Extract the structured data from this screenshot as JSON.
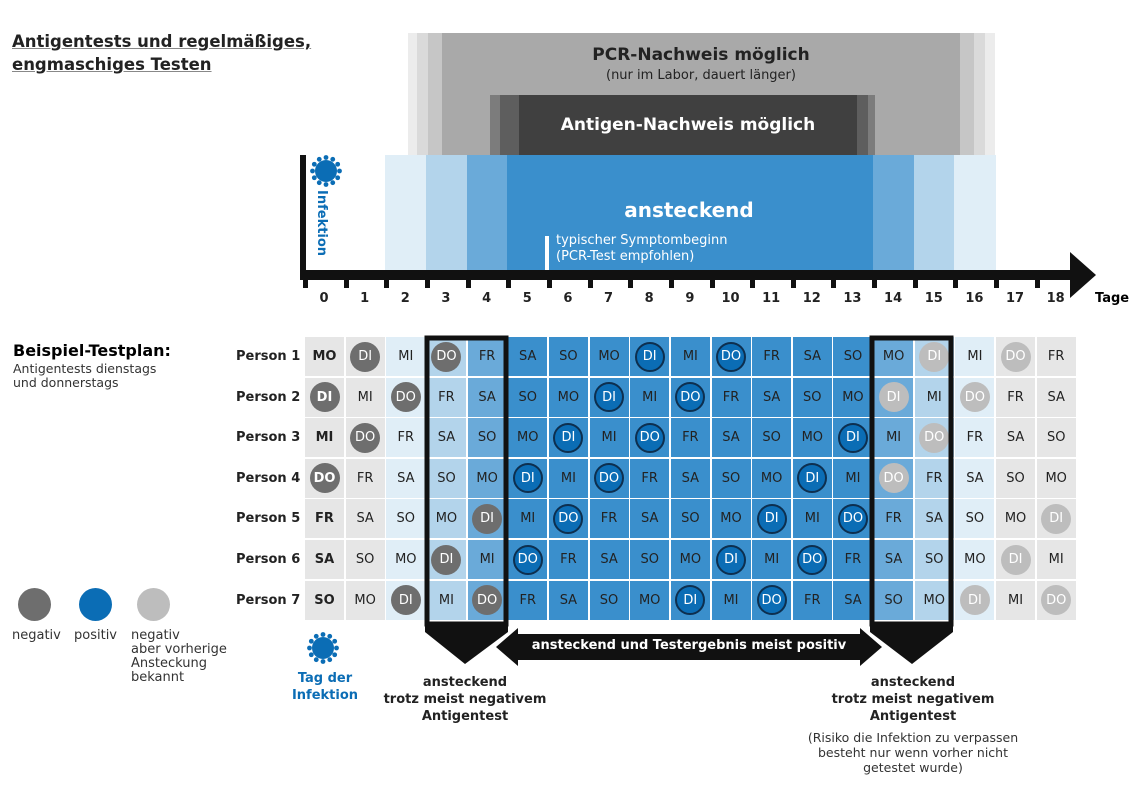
{
  "title": [
    "Antigentests und regelmäßiges,",
    "engmaschiges Testen"
  ],
  "pcr": {
    "title": "PCR-Nachweis möglich",
    "subtitle": "(nur im Labor, dauert länger)"
  },
  "antigen": {
    "title": "Antigen-Nachweis möglich"
  },
  "band": {
    "label": "ansteckend",
    "symptom_line1": "typischer Symptombeginn",
    "symptom_line2": "(PCR-Test empfohlen)"
  },
  "axis": {
    "infection_label": "Infektion",
    "unit": "Tage",
    "days": [
      "0",
      "1",
      "2",
      "3",
      "4",
      "5",
      "6",
      "7",
      "8",
      "9",
      "10",
      "11",
      "12",
      "13",
      "14",
      "15",
      "16",
      "17",
      "18"
    ]
  },
  "plan": {
    "title": "Beispiel-Testplan:",
    "subtitle_line1": "Antigentests dienstags",
    "subtitle_line2": "und donnerstags"
  },
  "rows": [
    {
      "label": "Person 1",
      "days": [
        "MO",
        "DI",
        "MI",
        "DO",
        "FR",
        "SA",
        "SO",
        "MO",
        "DI",
        "MI",
        "DO",
        "FR",
        "SA",
        "SO",
        "MO",
        "DI",
        "MI",
        "DO",
        "FR"
      ]
    },
    {
      "label": "Person 2",
      "days": [
        "DI",
        "MI",
        "DO",
        "FR",
        "SA",
        "SO",
        "MO",
        "DI",
        "MI",
        "DO",
        "FR",
        "SA",
        "SO",
        "MO",
        "DI",
        "MI",
        "DO",
        "FR",
        "SA"
      ]
    },
    {
      "label": "Person 3",
      "days": [
        "MI",
        "DO",
        "FR",
        "SA",
        "SO",
        "MO",
        "DI",
        "MI",
        "DO",
        "FR",
        "SA",
        "SO",
        "MO",
        "DI",
        "MI",
        "DO",
        "FR",
        "SA",
        "SO"
      ]
    },
    {
      "label": "Person 4",
      "days": [
        "DO",
        "FR",
        "SA",
        "SO",
        "MO",
        "DI",
        "MI",
        "DO",
        "FR",
        "SA",
        "SO",
        "MO",
        "DI",
        "MI",
        "DO",
        "FR",
        "SA",
        "SO",
        "MO"
      ]
    },
    {
      "label": "Person 5",
      "days": [
        "FR",
        "SA",
        "SO",
        "MO",
        "DI",
        "MI",
        "DO",
        "FR",
        "SA",
        "SO",
        "MO",
        "DI",
        "MI",
        "DO",
        "FR",
        "SA",
        "SO",
        "MO",
        "DI"
      ]
    },
    {
      "label": "Person 6",
      "days": [
        "SA",
        "SO",
        "MO",
        "DI",
        "MI",
        "DO",
        "FR",
        "SA",
        "SO",
        "MO",
        "DI",
        "MI",
        "DO",
        "FR",
        "SA",
        "SO",
        "MO",
        "DI",
        "MI"
      ]
    },
    {
      "label": "Person 7",
      "days": [
        "SO",
        "MO",
        "DI",
        "MI",
        "DO",
        "FR",
        "SA",
        "SO",
        "MO",
        "DI",
        "MI",
        "DO",
        "FR",
        "SA",
        "SO",
        "MO",
        "DI",
        "MI",
        "DO"
      ]
    }
  ],
  "legend": {
    "negative": "negativ",
    "positive": "positiv",
    "known": [
      "negativ",
      "aber vorherige",
      "Ansteckung",
      "bekannt"
    ]
  },
  "infection_day": [
    "Tag der",
    "Infektion"
  ],
  "middle_arrow": "ansteckend und Testergebnis meist positiv",
  "left_note": [
    "ansteckend",
    "trotz meist negativem",
    "Antigentest"
  ],
  "right_note": [
    "ansteckend",
    "trotz meist negativem",
    "Antigentest"
  ],
  "right_subnote": [
    "(Risiko die Infektion zu verpassen",
    "besteht nur wenn vorher nicht",
    "getestet wurde)"
  ],
  "colors": {
    "gray": "#e6e6e6",
    "vlight": "#e0eef7",
    "light": "#b3d4eb",
    "mid": "#6aaad9",
    "blue": "#3a8fcc",
    "neg": "#6e6e6e",
    "pos": "#0b6db5",
    "known": "#bdbdbd"
  }
}
